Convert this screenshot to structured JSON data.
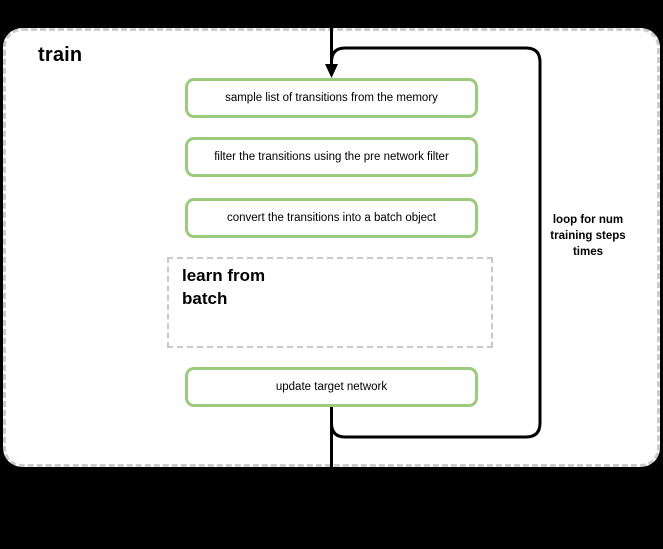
{
  "diagram": {
    "group_label": "train",
    "steps": [
      {
        "label": "sample list of transitions from the memory"
      },
      {
        "label": "filter the transitions using the pre network filter"
      },
      {
        "label": "convert the transitions into a batch object"
      }
    ],
    "subprocess": {
      "label": "learn from\nbatch"
    },
    "final_step": {
      "label": "update target network"
    },
    "loop_label": "loop for num\ntraining steps\ntimes",
    "colors": {
      "node_border": "#9bcb7c",
      "dashed_border": "#cccccc",
      "flow_line": "#000000",
      "panel_background": "#ffffff",
      "outside_background": "#000000"
    }
  }
}
